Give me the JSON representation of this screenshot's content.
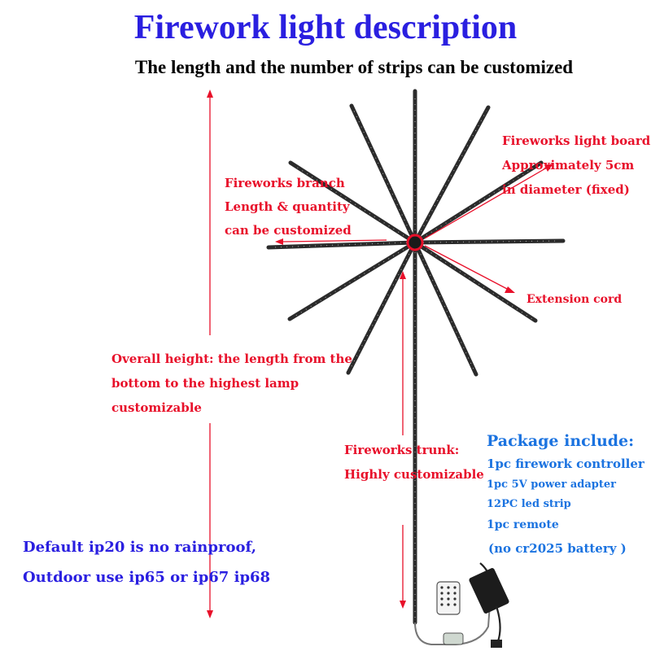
{
  "title": "Firework light description",
  "subtitle": "The length and the number of strips can be customized",
  "labels": {
    "light_board": [
      "Fireworks light board",
      "Approximately 5cm",
      "in diameter (fixed)"
    ],
    "branch": [
      "Fireworks branch",
      "Length & quantity",
      "can be customized"
    ],
    "extension_cord": "Extension cord",
    "overall_height": [
      "Overall height: the length from the",
      "bottom to the highest lamp",
      "customizable"
    ],
    "trunk": [
      "Fireworks trunk:",
      "Highly customizable"
    ]
  },
  "package": {
    "heading": "Package include:",
    "items": [
      "1pc firework controller",
      "1pc  5V power adapter",
      "12PC led strip",
      "1pc remote",
      "(no cr2025 battery )"
    ]
  },
  "notes": [
    "Default ip20 is no rainproof,",
    "Outdoor use ip65 or ip67 ip68"
  ],
  "colors": {
    "title": "#2a1fe0",
    "annotation": "#e8102a",
    "package": "#1b73e0",
    "strip": "#2b2b2b"
  }
}
